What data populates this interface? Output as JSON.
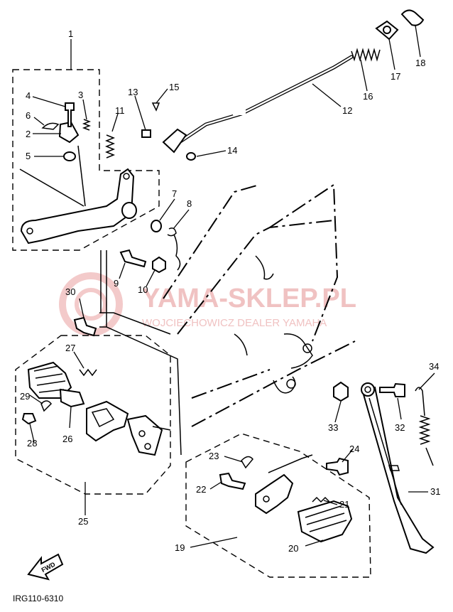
{
  "parts": [
    "1",
    "2",
    "3",
    "4",
    "5",
    "6",
    "7",
    "8",
    "9",
    "10",
    "11",
    "12",
    "13",
    "14",
    "15",
    "16",
    "17",
    "18",
    "19",
    "20",
    "21",
    "22",
    "23",
    "24",
    "25",
    "26",
    "27",
    "28",
    "29",
    "30",
    "31",
    "32",
    "33",
    "34"
  ],
  "watermark": {
    "line1": "YAMA-SKLEP.PL",
    "line2": "WOJCIECHOWICZ DEALER YAMAHA",
    "color": "#f0c2c2"
  },
  "fwd_label": "FWD",
  "diagram_code": "IRG110-6310"
}
